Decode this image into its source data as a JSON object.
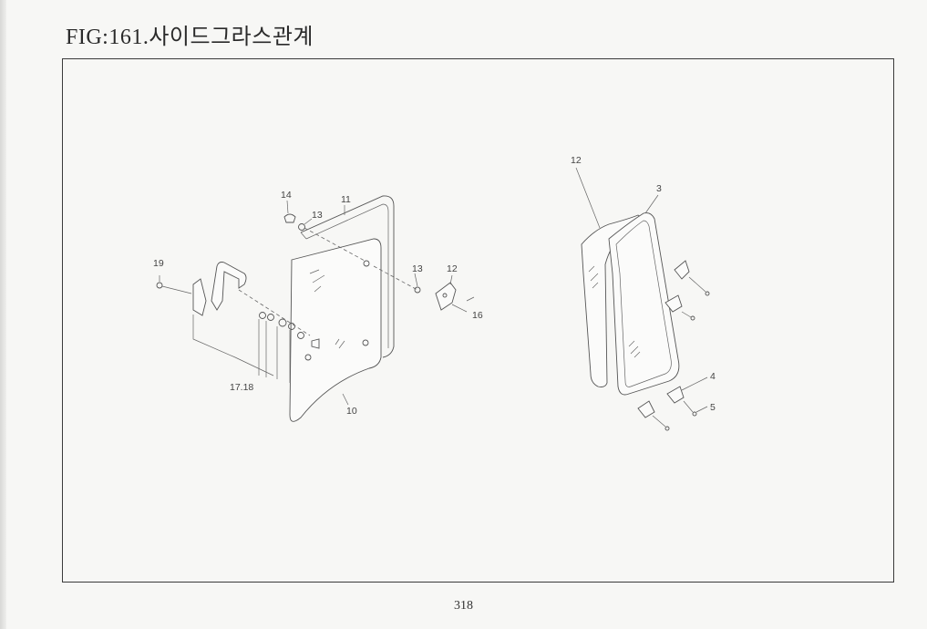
{
  "title": "FIG:161.사이드그라스관계",
  "page_number": "318",
  "callouts": {
    "c19": "19",
    "c14": "14",
    "c13a": "13",
    "c11": "11",
    "c13b": "13",
    "c12a": "12",
    "c16": "16",
    "c1718": "17.18",
    "c10": "10",
    "c12b": "12",
    "c3": "3",
    "c4": "4",
    "c5": "5"
  }
}
